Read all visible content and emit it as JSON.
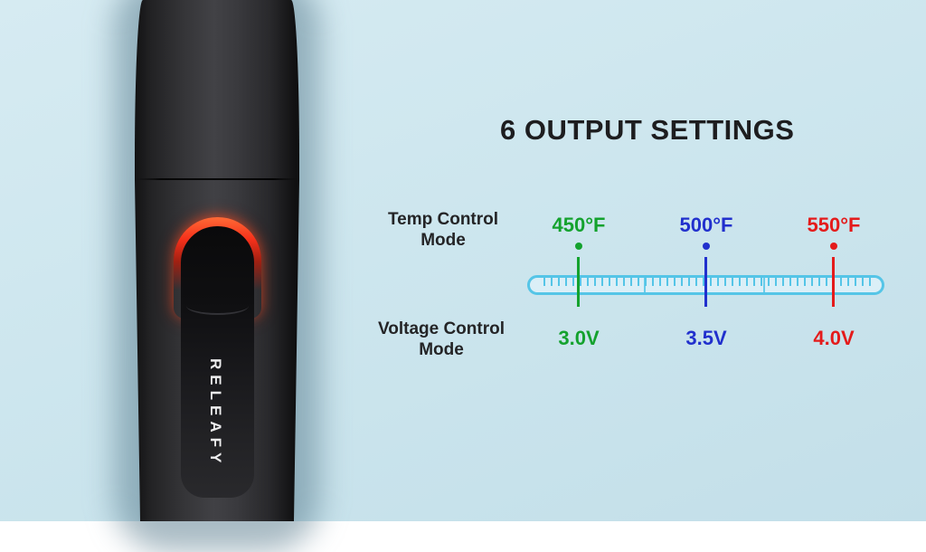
{
  "title": "6 OUTPUT SETTINGS",
  "device": {
    "brand": "RELEAFY"
  },
  "modes": {
    "temp": {
      "line1": "Temp Control",
      "line2": "Mode"
    },
    "voltage": {
      "line1": "Voltage Control",
      "line2": "Mode"
    }
  },
  "settings": [
    {
      "temp": "450°F",
      "voltage": "3.0V",
      "color": "#14a22e"
    },
    {
      "temp": "500°F",
      "voltage": "3.5V",
      "color": "#2130cd"
    },
    {
      "temp": "550°F",
      "voltage": "4.0V",
      "color": "#e41b1b"
    }
  ],
  "colors": {
    "background": "#cde6ee",
    "title_text": "#1d1d1f",
    "label_text": "#242426",
    "ruler_border": "#55c5e7",
    "ruler_fill": "#dbeff7",
    "button_glow": "#ff3c1e",
    "device_body": "#38383c",
    "brand_text": "#ededee"
  }
}
